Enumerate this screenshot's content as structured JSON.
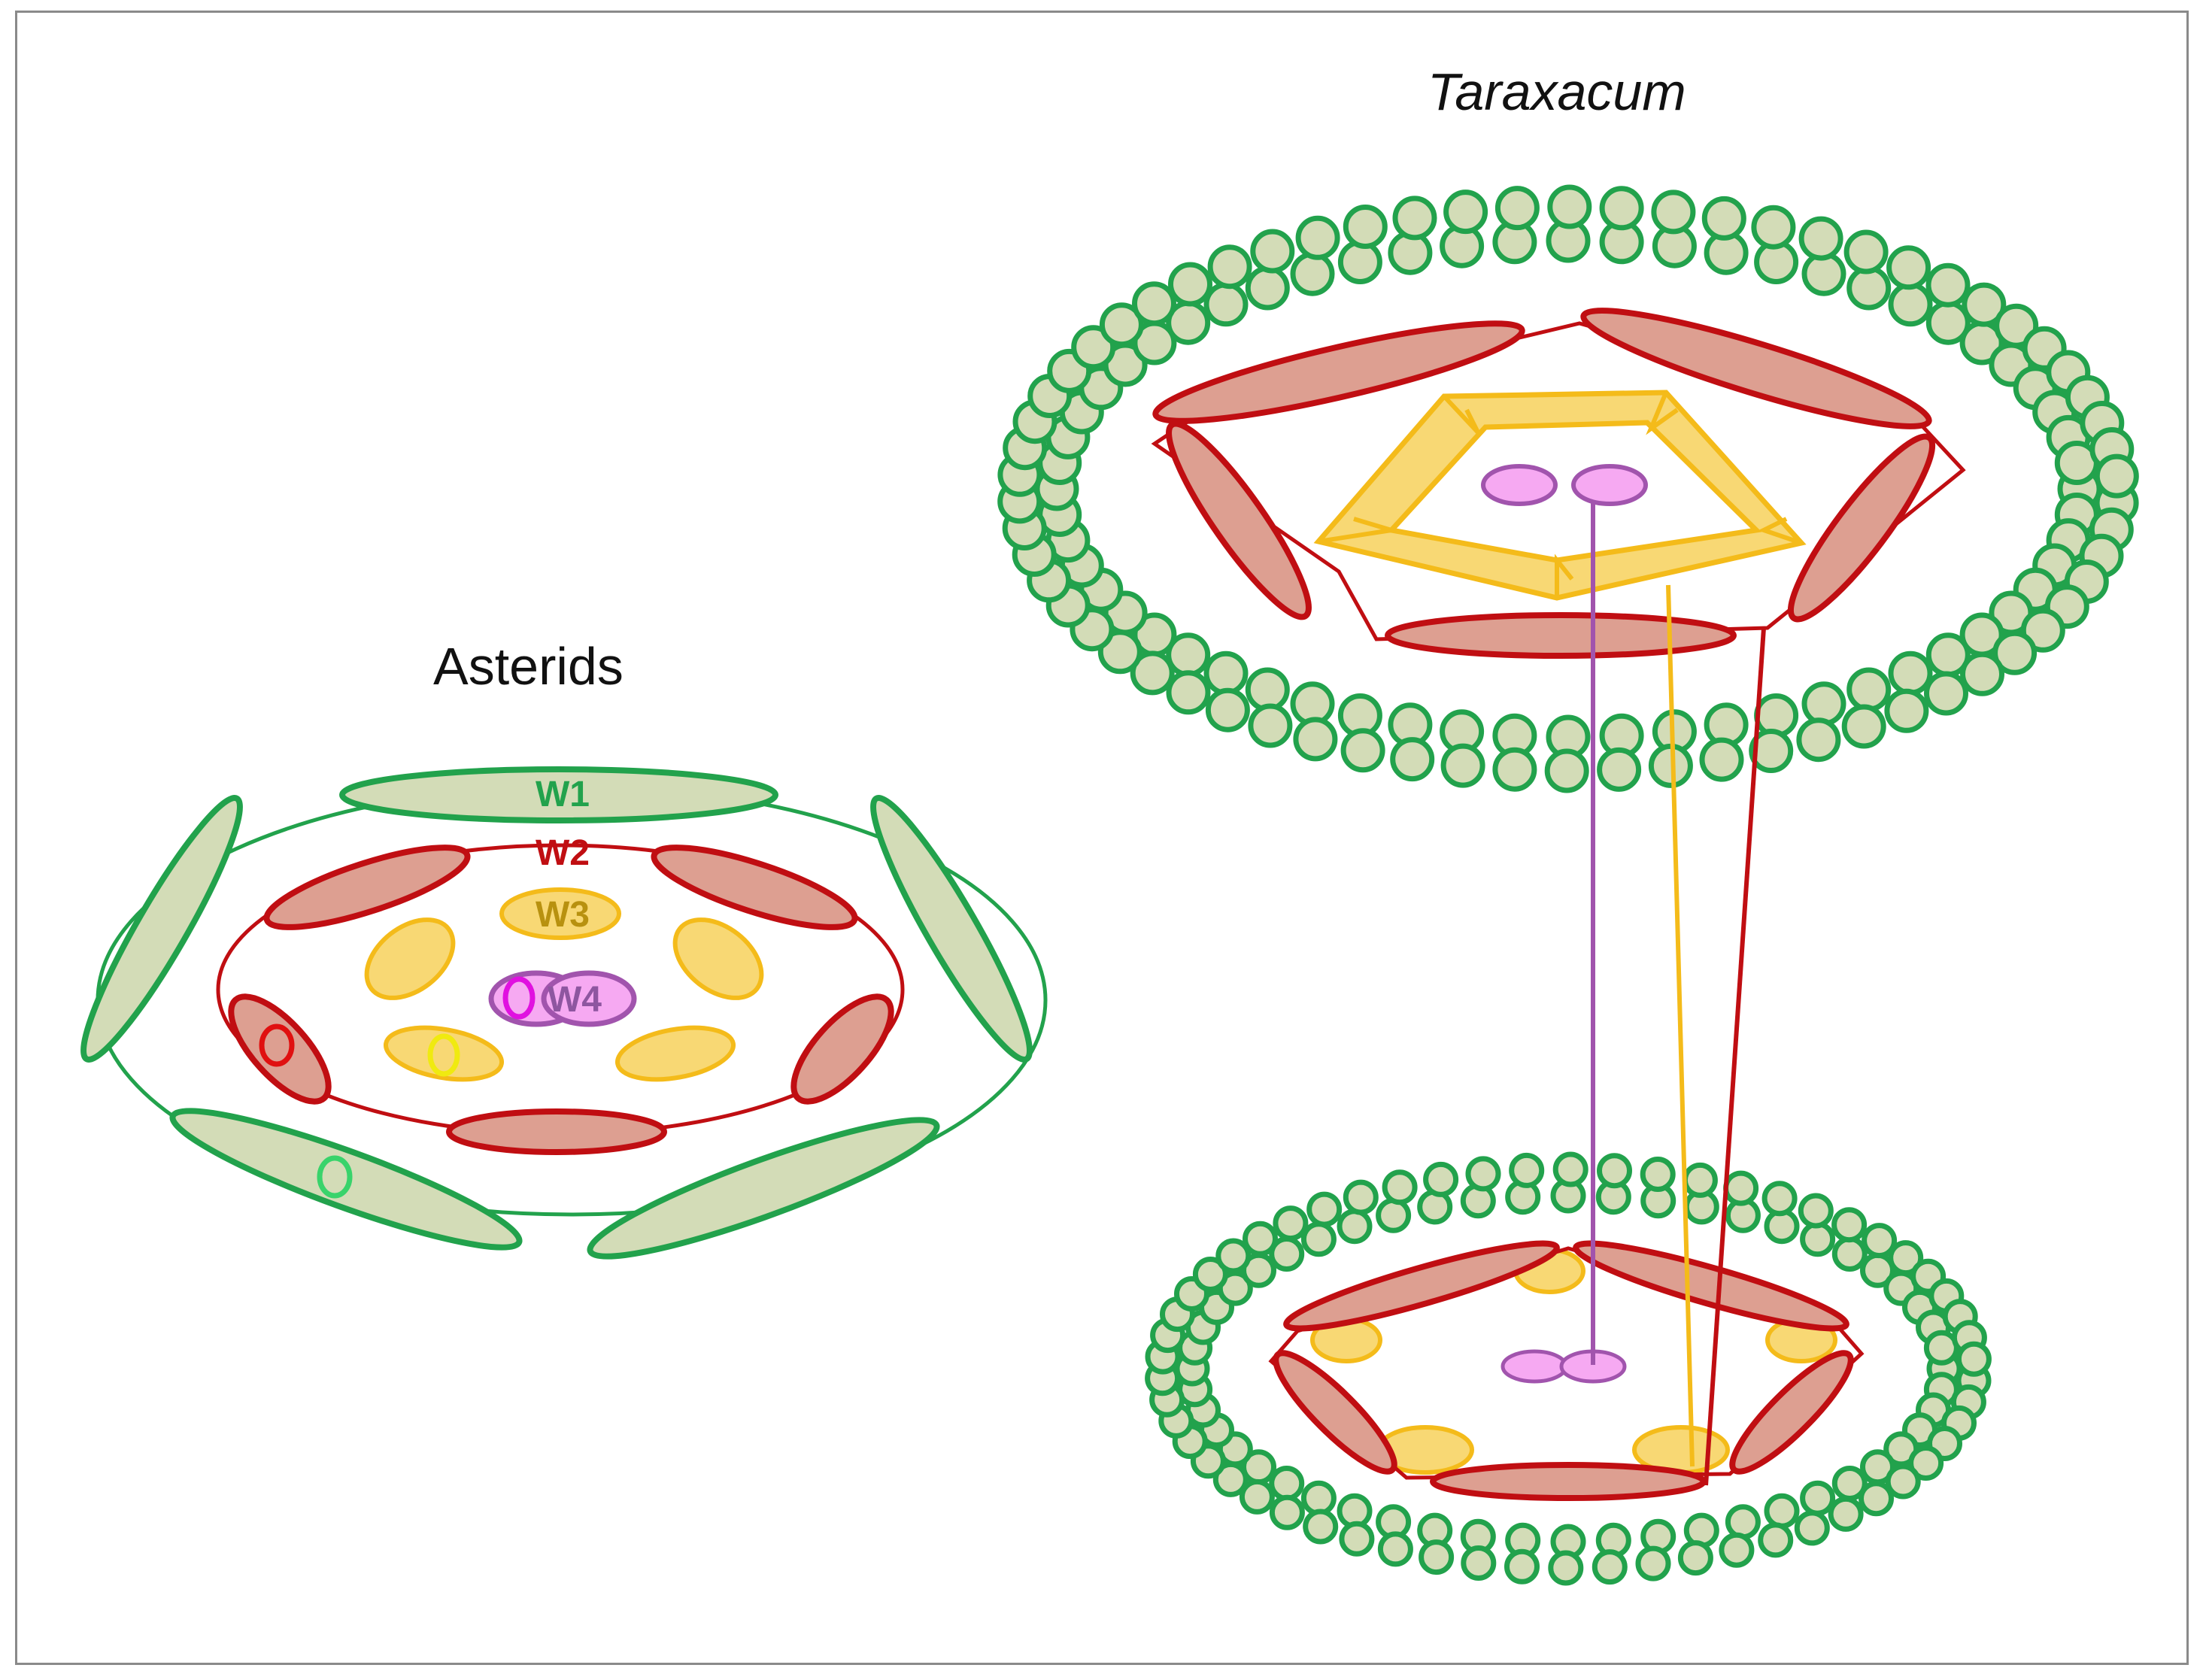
{
  "asterids": {
    "title": "Asterids",
    "whorl_labels": [
      "W1",
      "W2",
      "W3",
      "W4"
    ]
  },
  "taraxacum": {
    "title": "Taraxacum"
  },
  "colors": {
    "green_stroke": "#22a24c",
    "green_fill": "#d3dcb7",
    "red_stroke": "#c00e12",
    "red_fill": "#dd9f91",
    "yellow_stroke": "#f4bb1a",
    "yellow_fill": "#f8d874",
    "purple_stroke": "#a154ad",
    "purple_fill": "#f6a9f2",
    "label_w1": "#22a24c",
    "label_w2": "#c00e12",
    "label_w3": "#b8910f",
    "label_w4": "#8e56a0",
    "marker_magenta": "#e011e0",
    "marker_red": "#e01010",
    "marker_yellow": "#f0ea10",
    "marker_green": "#39d36b"
  }
}
